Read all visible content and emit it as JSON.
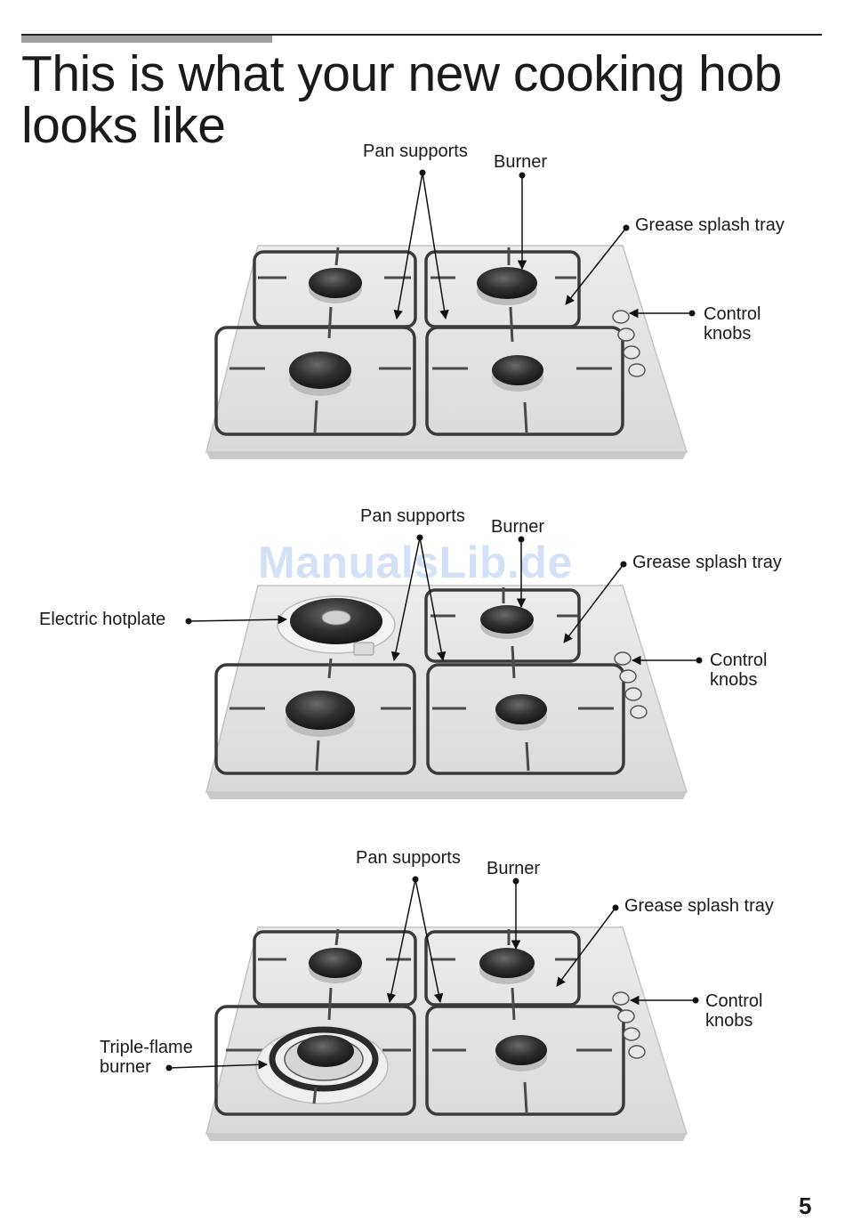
{
  "page": {
    "title": "This is what your new cooking hob looks like",
    "page_number": "5",
    "watermark": "ManualsLib.de"
  },
  "diagrams": [
    {
      "pan_supports": "Pan supports",
      "burner": "Burner",
      "grease_splash_tray": "Grease splash tray",
      "control_knobs_line1": "Control",
      "control_knobs_line2": "knobs"
    },
    {
      "pan_supports": "Pan supports",
      "burner": "Burner",
      "grease_splash_tray": "Grease splash tray",
      "control_knobs_line1": "Control",
      "control_knobs_line2": "knobs",
      "electric_hotplate": "Electric hotplate"
    },
    {
      "pan_supports": "Pan supports",
      "burner": "Burner",
      "grease_splash_tray": "Grease splash tray",
      "control_knobs_line1": "Control",
      "control_knobs_line2": "knobs",
      "triple_flame_line1": "Triple-flame",
      "triple_flame_line2": "burner"
    }
  ],
  "colors": {
    "hob_surface": "#e4e4e4",
    "burner_cap": "#333333",
    "grid": "#3a3a3a",
    "leader_line": "#111111"
  }
}
